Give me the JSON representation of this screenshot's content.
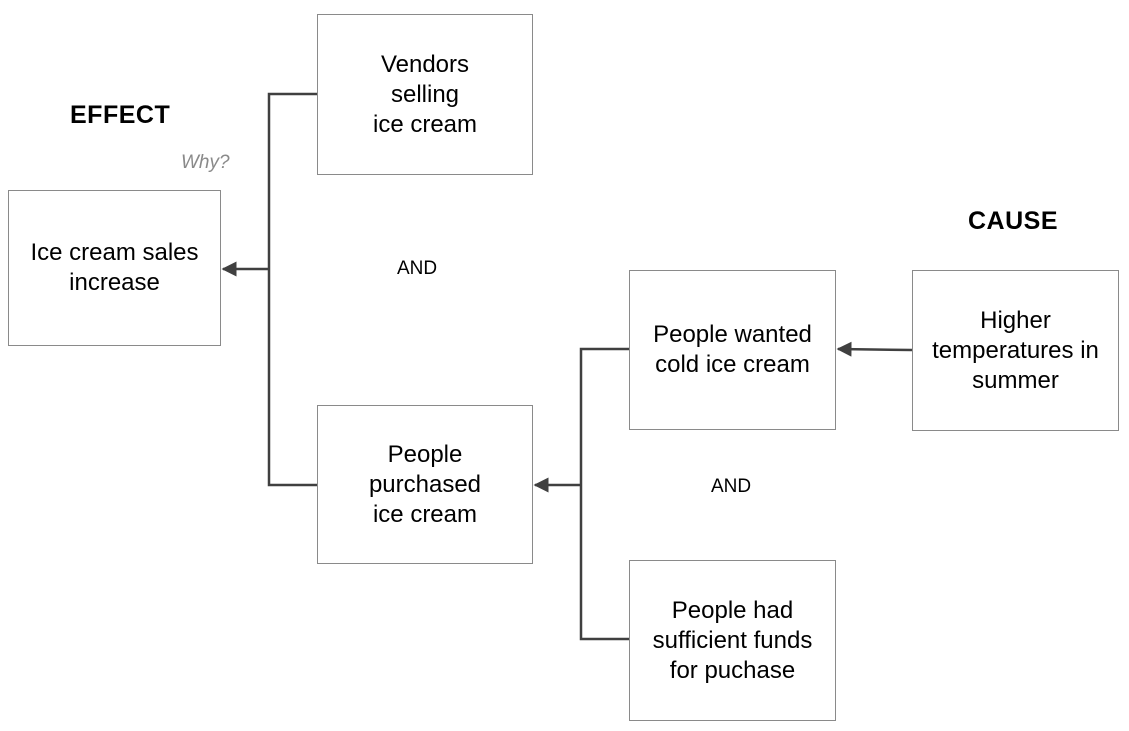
{
  "headings": {
    "effect": "EFFECT",
    "cause": "CAUSE"
  },
  "annotations": {
    "why": "Why?",
    "and_upper": "AND",
    "and_lower": "AND"
  },
  "nodes": {
    "effect": "Ice cream sales\nincrease",
    "vendors": "Vendors\nselling\nice cream",
    "purchased": "People\npurchased\nice cream",
    "wanted": "People wanted\ncold ice cream",
    "funds": "People had\nsufficient funds\nfor puchase",
    "cause": "Higher\ntemperatures in\nsummer"
  },
  "colors": {
    "box_border": "#8a8a8a",
    "connector": "#404040",
    "why_text": "#8a8a8a"
  }
}
